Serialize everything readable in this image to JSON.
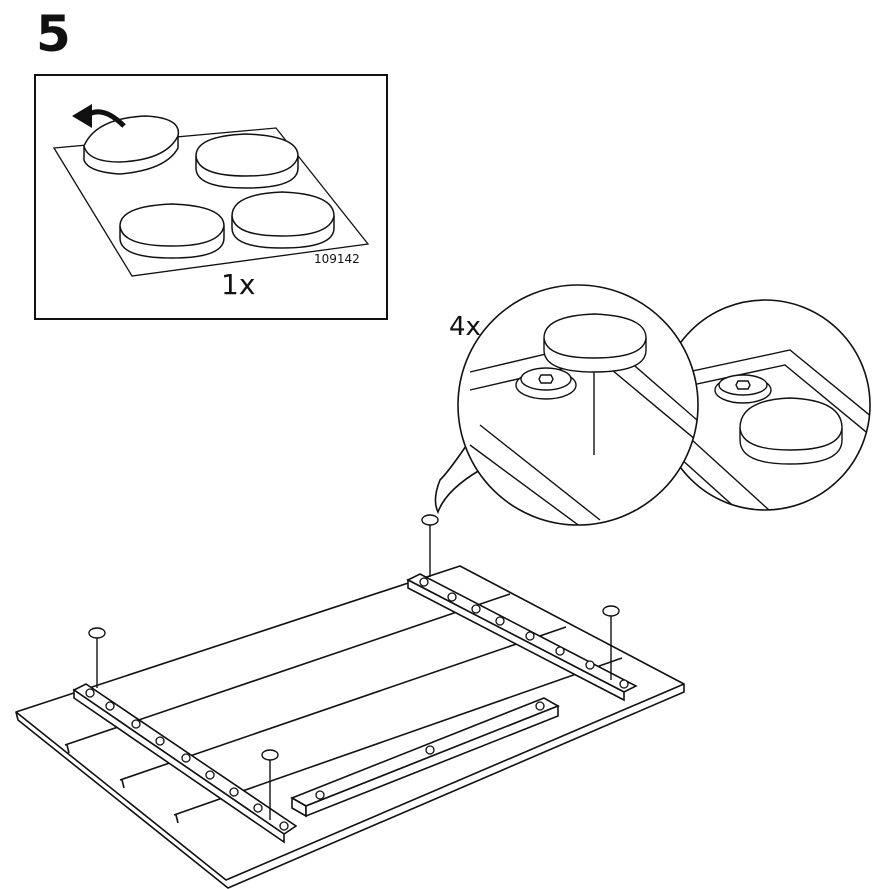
{
  "step": {
    "number": "5"
  },
  "inset": {
    "quantity": "1x",
    "part_number": "109142"
  },
  "detail": {
    "quantity": "4x"
  }
}
